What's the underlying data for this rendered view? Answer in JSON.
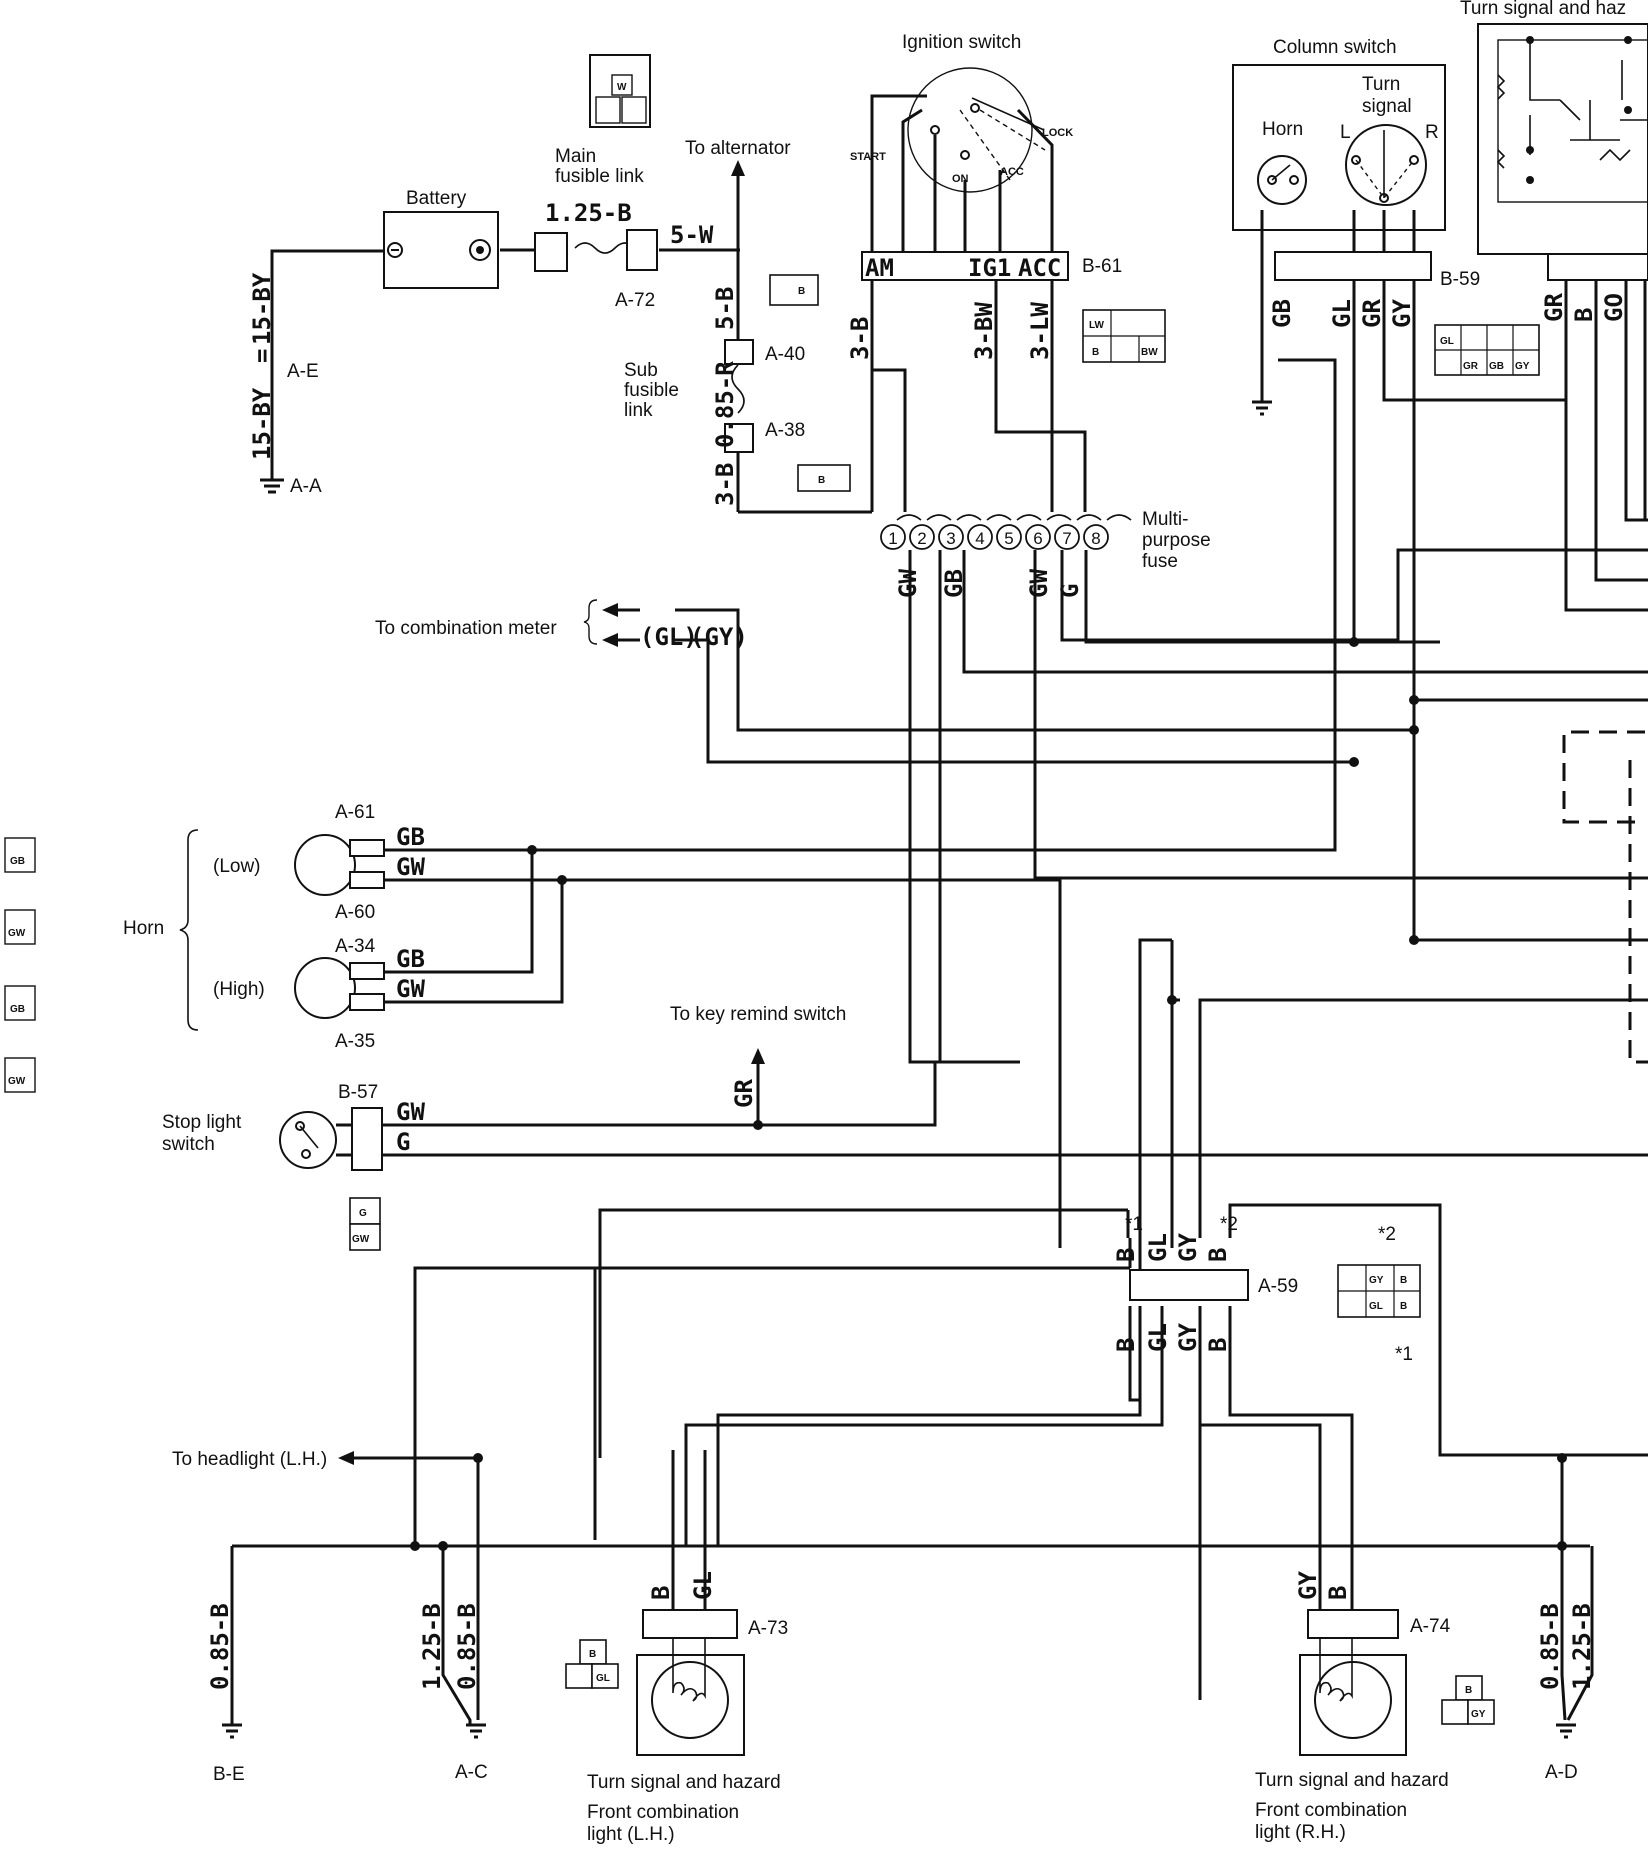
{
  "components": {
    "ignition_switch": "Ignition switch",
    "column_switch": "Column switch",
    "turn_signal_hazard_top": "Turn signal and haz",
    "main_fusible_link": [
      "Main",
      "fusible link"
    ],
    "battery": "Battery",
    "to_alternator": "To alternator",
    "sub_fusible_link": [
      "Sub",
      "fusible",
      "link"
    ],
    "multipurpose_fuse": [
      "Multi-",
      "purpose",
      "fuse"
    ],
    "to_combination_meter": "To combination meter",
    "horn_side": "Horn",
    "horn_low": "(Low)",
    "horn_high": "(High)",
    "horn_sw": "Horn",
    "turn_sw": [
      "Turn",
      "signal"
    ],
    "to_key_remind": "To key remind switch",
    "stop_light_switch": [
      "Stop light",
      "switch"
    ],
    "to_headlight": "To headlight (L.H.)",
    "front_lh": [
      "Turn signal and hazard",
      "Front combination",
      "light (L.H.)"
    ],
    "front_rh": [
      "Turn signal and hazard",
      "Front combination",
      "light (R.H.)"
    ]
  },
  "ignition_positions": {
    "start": "START",
    "on": "ON",
    "acc": "ACC",
    "lock": "LOCK"
  },
  "turn_sw_sides": {
    "left": "L",
    "right": "R"
  },
  "connectors": {
    "A-E": "A-E",
    "A-A": "A-A",
    "A-72": "A-72",
    "A-40": "A-40",
    "A-38": "A-38",
    "B-61": "B-61",
    "B-59": "B-59",
    "A-61": "A-61",
    "A-60": "A-60",
    "A-34": "A-34",
    "A-35": "A-35",
    "B-57": "B-57",
    "A-59": "A-59",
    "A-73": "A-73",
    "A-74": "A-74",
    "B-E": "B-E",
    "A-C": "A-C",
    "A-D": "A-D"
  },
  "b61_terms": {
    "am": "AM",
    "ig": "IG1",
    "acc": "ACC"
  },
  "wires": {
    "bat_neg1": "15-BY",
    "bat_neg2": "15-BY",
    "bat_neg_eq": "=",
    "bat_pos": "1.25-B",
    "alt": "5-W",
    "sub_top": "5-B",
    "sub_mid": "0.85-R",
    "sub_bot": "3-B",
    "am": "3-B",
    "ig": "3-BW",
    "acc": "3-LW",
    "fuse_out": [
      "GW",
      "GB",
      "GW",
      "G"
    ],
    "meter": [
      "(GY)",
      "(GL)"
    ],
    "horn_low": [
      "GB",
      "GW"
    ],
    "horn_high": [
      "GB",
      "GW"
    ],
    "b59": [
      "GB",
      "GL",
      "GR",
      "GY"
    ],
    "relay": [
      "GR",
      "B",
      "GO"
    ],
    "key_remind": "GR",
    "stop": [
      "GW",
      "G"
    ],
    "a59_top": [
      "B",
      "GL",
      "GY",
      "B"
    ],
    "a59_bot": [
      "B",
      "GL",
      "GY",
      "B"
    ],
    "a73": [
      "B",
      "GL"
    ],
    "a74": [
      "GY",
      "B"
    ],
    "gnd_be": "0.85-B",
    "gnd_ac": [
      "1.25-B",
      "0.85-B"
    ],
    "gnd_ad": [
      "0.85-B",
      "1.25-B"
    ]
  },
  "fuse_numbers": [
    "1",
    "2",
    "3",
    "4",
    "5",
    "6",
    "7",
    "8"
  ],
  "notes": {
    "n1": "*1",
    "n2": "*2"
  },
  "connector_faces": {
    "a72": [
      "W"
    ],
    "a40": [
      "B"
    ],
    "a38": [
      "B"
    ],
    "b61": [
      "LW",
      "B",
      "BW"
    ],
    "b59": [
      "GL",
      "GR",
      "GB",
      "GY"
    ],
    "a59": [
      "GY",
      "B",
      "GL",
      "B"
    ],
    "b57": [
      "G",
      "GW"
    ],
    "a73": [
      "B",
      "GL"
    ],
    "a74": [
      "B",
      "GY"
    ],
    "side": [
      "GB",
      "GW",
      "GB",
      "GW"
    ]
  }
}
